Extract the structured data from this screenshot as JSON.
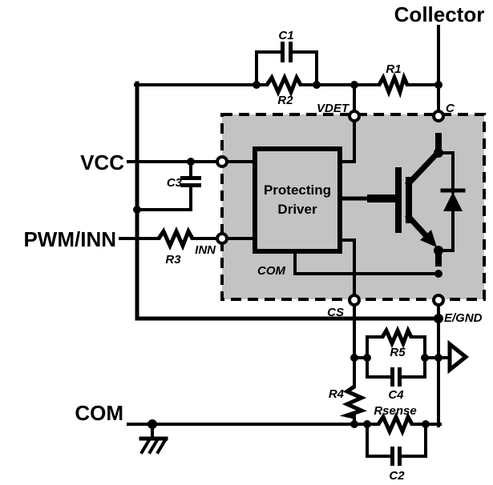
{
  "schematic": {
    "ports": {
      "collector": "Collector",
      "vcc": "VCC",
      "pwm_inn": "PWM/INN",
      "com": "COM"
    },
    "module": {
      "pins": {
        "vdet": "VDET",
        "c": "C",
        "inn": "INN",
        "cs": "CS",
        "e_gnd": "E/GND",
        "com_internal": "COM"
      },
      "driver": {
        "line1": "Protecting",
        "line2": "Driver"
      }
    },
    "components": {
      "c1": "C1",
      "r1": "R1",
      "r2": "R2",
      "c3": "C3",
      "r3": "R3",
      "r4": "R4",
      "r5": "R5",
      "c4": "C4",
      "rsense": "Rsense",
      "c2": "C2"
    },
    "colors": {
      "wire": "#000000",
      "background": "#ffffff",
      "module_fill": "#c3c3c3",
      "pin_fill": "#ffffff"
    }
  }
}
